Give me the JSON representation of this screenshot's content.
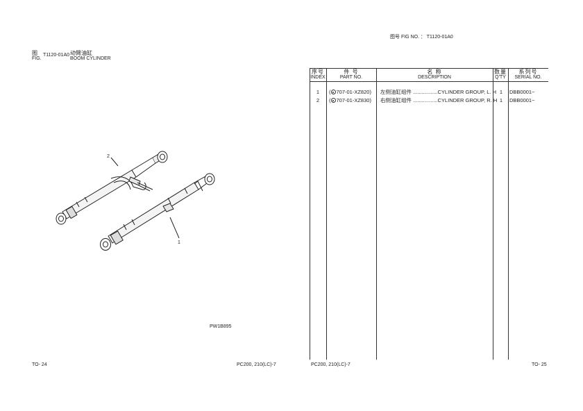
{
  "left_page": {
    "fig_label_cjk": "图",
    "fig_label_en": "FIG.",
    "fig_number": "T1120-01A0",
    "title_cjk": "动臂油缸",
    "title_en": "BOOM CYLINDER",
    "callouts": [
      "2",
      "1"
    ],
    "illustration_code": "PW1B895",
    "footer_page": "TO- 24",
    "footer_model": "PC200, 210(LC)-7"
  },
  "right_page": {
    "header_fig_cjk": "图号",
    "header_fig_en": "FIG NO. ：",
    "header_fig_number": "T1120-01A0",
    "columns": {
      "index": {
        "cjk": "序号",
        "en": "INDEX"
      },
      "part": {
        "cjk": "件  号",
        "en": "PART NO."
      },
      "desc": {
        "cjk": "名  称",
        "en": "DESCRIPTION"
      },
      "qty": {
        "cjk": "数量",
        "en": "Q'TY"
      },
      "serial": {
        "cjk": "系列号",
        "en": "SERIAL NO."
      }
    },
    "rows": [
      {
        "index": "1",
        "part_no": "707-01-XZ820)",
        "part_prefix": "(",
        "desc_cjk": "左侧油缸组件",
        "desc_en": ".................CYLINDER GROUP, L. H",
        "qty": "1",
        "serial": "DBB0001~"
      },
      {
        "index": "2",
        "part_no": "707-01-XZ830)",
        "part_prefix": "(",
        "desc_cjk": "右侧油缸组件",
        "desc_en": ".................CYLINDER GROUP, R. H",
        "qty": "1",
        "serial": "DBB0001~"
      }
    ],
    "footer_model": "PC200, 210(LC)-7",
    "footer_page": "TO- 25"
  }
}
